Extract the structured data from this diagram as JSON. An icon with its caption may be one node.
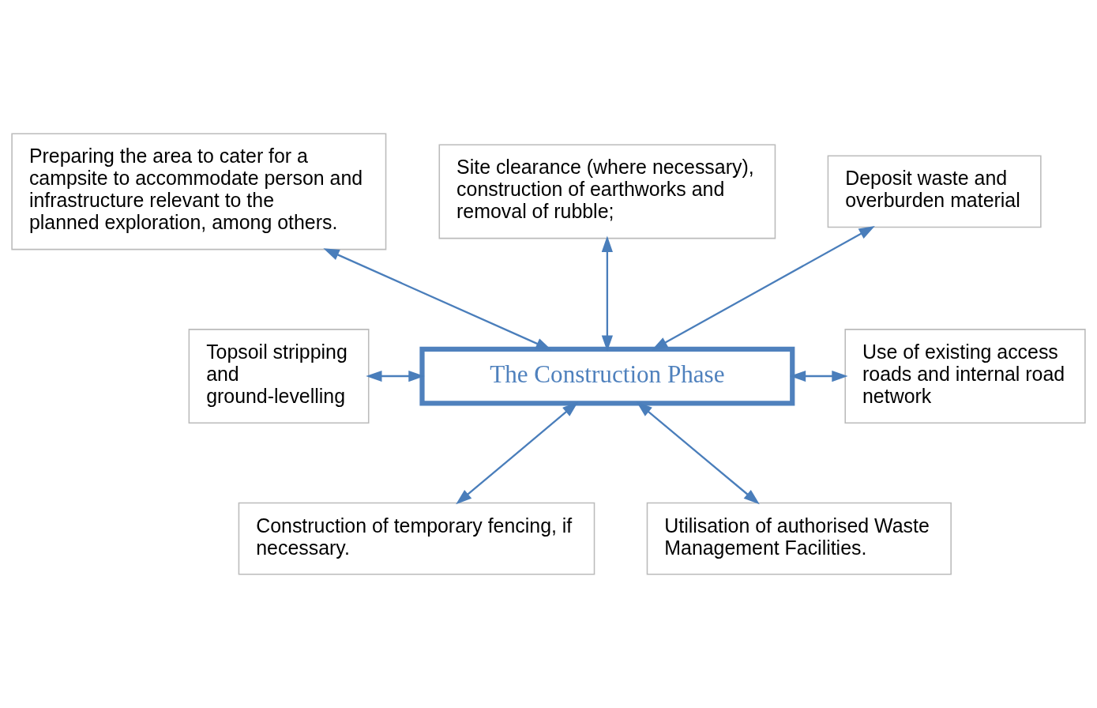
{
  "diagram": {
    "nodes": [
      {
        "text": [
          "Preparing the area to cater for a campsite to accommodate person and infrastructure relevant to the planned exploration, among others."
        ]
      },
      {
        "text": [
          "Site clearance (where necessary), construction of earthworks and removal of rubble;"
        ]
      },
      {
        "text": [
          "Deposit waste and overburden material"
        ]
      },
      {
        "text": [
          "Topsoil stripping and ground-levelling"
        ]
      },
      {
        "text": [
          "The Construction Phase"
        ]
      },
      {
        "text": [
          "Use of existing access roads and internal road network"
        ]
      },
      {
        "text": [
          "Construction of temporary fencing, if necessary."
        ]
      },
      {
        "text": [
          "Utilisation of authorised Waste Management Facilities."
        ]
      }
    ],
    "edges": [
      {
        "from": 0,
        "to": 4,
        "arrow": "both"
      },
      {
        "from": 1,
        "to": 4,
        "arrow": "both"
      },
      {
        "from": 2,
        "to": 4,
        "arrow": "both"
      },
      {
        "from": 3,
        "to": 4,
        "arrow": "both"
      },
      {
        "from": 4,
        "to": 5,
        "arrow": "both"
      },
      {
        "from": 4,
        "to": 6,
        "arrow": "both"
      },
      {
        "from": 4,
        "to": 7,
        "arrow": "both"
      }
    ]
  }
}
